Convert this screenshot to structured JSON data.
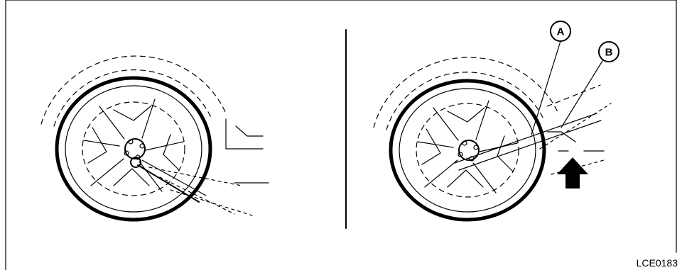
{
  "callouts": {
    "a": "A",
    "b": "B"
  },
  "figure_code": "LCE0183"
}
